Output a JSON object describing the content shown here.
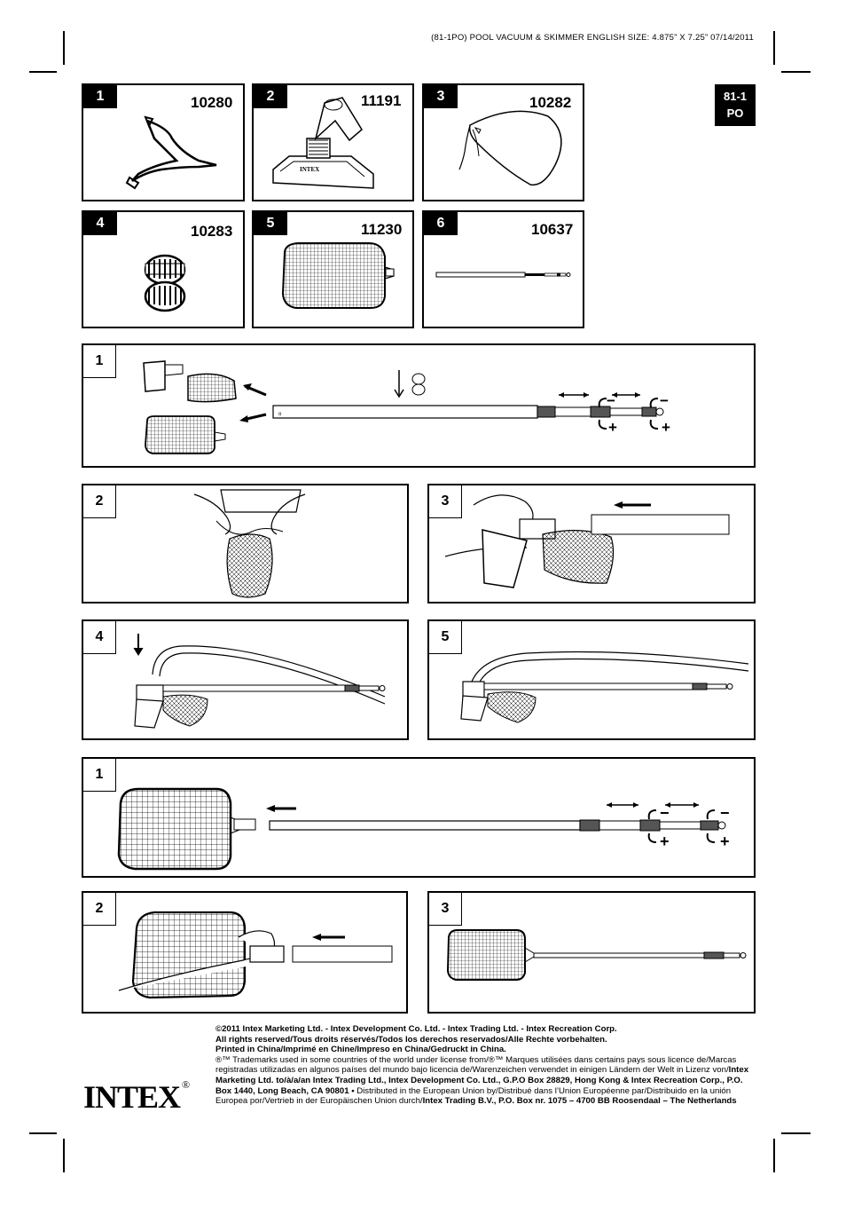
{
  "header": "(81-1PO)  POOL VACUUM & SKIMMER  ENGLISH  SIZE: 4.875” X 7.25”  07/14/2011",
  "page_code": [
    "81-1",
    "PO"
  ],
  "parts": [
    {
      "n": "1",
      "code": "10280"
    },
    {
      "n": "2",
      "code": "11191"
    },
    {
      "n": "3",
      "code": "10282"
    },
    {
      "n": "4",
      "code": "10283"
    },
    {
      "n": "5",
      "code": "11230"
    },
    {
      "n": "6",
      "code": "10637"
    }
  ],
  "vacuum_steps": [
    "1",
    "2",
    "3",
    "4",
    "5"
  ],
  "skimmer_steps": [
    "1",
    "2",
    "3"
  ],
  "symbols": {
    "minus": "−",
    "plus": "+"
  },
  "footer": {
    "l1": "©2011 Intex Marketing Ltd. - Intex Development Co. Ltd. - Intex Trading Ltd. - Intex Recreation Corp.",
    "l2": "All rights reserved/Tous droits réservés/Todos los derechos reservados/Alle Rechte vorbehalten.",
    "l3": "Printed in China/Imprimé en Chine/Impreso en China/Gedruckt in China.",
    "p1": "®™ Trademarks used in some countries of the world under license from/®™ Marques utilisées dans certains pays sous licence de/Marcas registradas utilizadas en algunos países del mundo bajo licencia de/Warenzeichen verwendet in einigen Ländern der Welt in Lizenz von/",
    "p2": "Intex Marketing Ltd. to/à/a/an Intex Trading Ltd., Intex Development Co. Ltd., G.P.O Box 28829, Hong Kong & Intex Recreation Corp., P.O. Box 1440, Long Beach, CA 90801 •",
    "p3": " Distributed in the European Union by/Distribué dans l’Union Européenne par/Distribuido en la unión Europea por/Vertrieb in der Europäischen Union durch/",
    "p4": "Intex Trading B.V., P.O. Box nr. 1075 – 4700 BB Roosendaal – The Netherlands"
  },
  "logo": {
    "text": "INTEX",
    "reg": "®"
  }
}
